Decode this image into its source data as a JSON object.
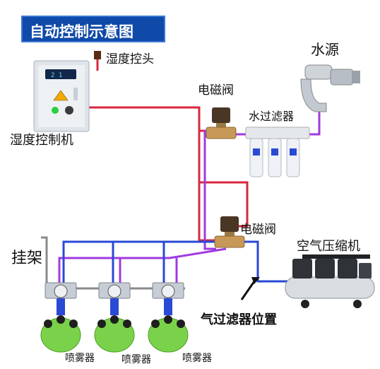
{
  "title": "自动控制示意图",
  "labels": {
    "sensor": "湿度控头",
    "controller": "湿度控制机",
    "water_source": "水源",
    "valve_top": "电磁阀",
    "water_filter": "水过滤器",
    "valve_mid": "电磁阀",
    "compressor": "空气压缩机",
    "rack": "挂架",
    "air_filter_pos": "气过滤器位置",
    "sprayers": [
      "喷雾器",
      "喷雾器",
      "喷雾器"
    ]
  },
  "colors": {
    "title_bg": "#0f4aa8",
    "red_line": "#d8283c",
    "purple_line": "#a03ae0",
    "blue_line": "#2a49d4",
    "sprayer_green": "#7ad24a"
  },
  "icons": [
    "faucet-icon",
    "solenoid-valve-icon",
    "filter-icon",
    "compressor-icon",
    "sprayer-icon",
    "control-box-icon"
  ]
}
